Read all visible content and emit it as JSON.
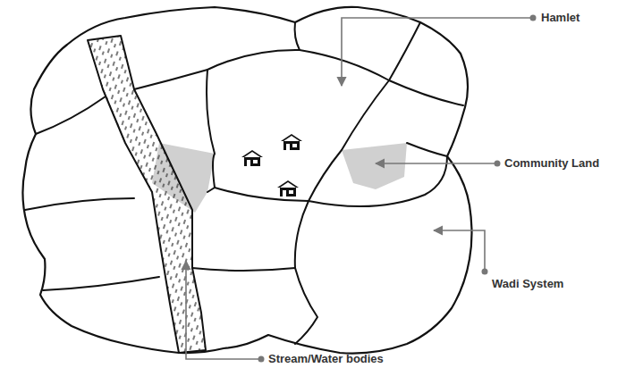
{
  "diagram": {
    "labels": [
      "Hamlet",
      "Community Land",
      "Wadi System",
      "Stream/Water bodies"
    ]
  }
}
